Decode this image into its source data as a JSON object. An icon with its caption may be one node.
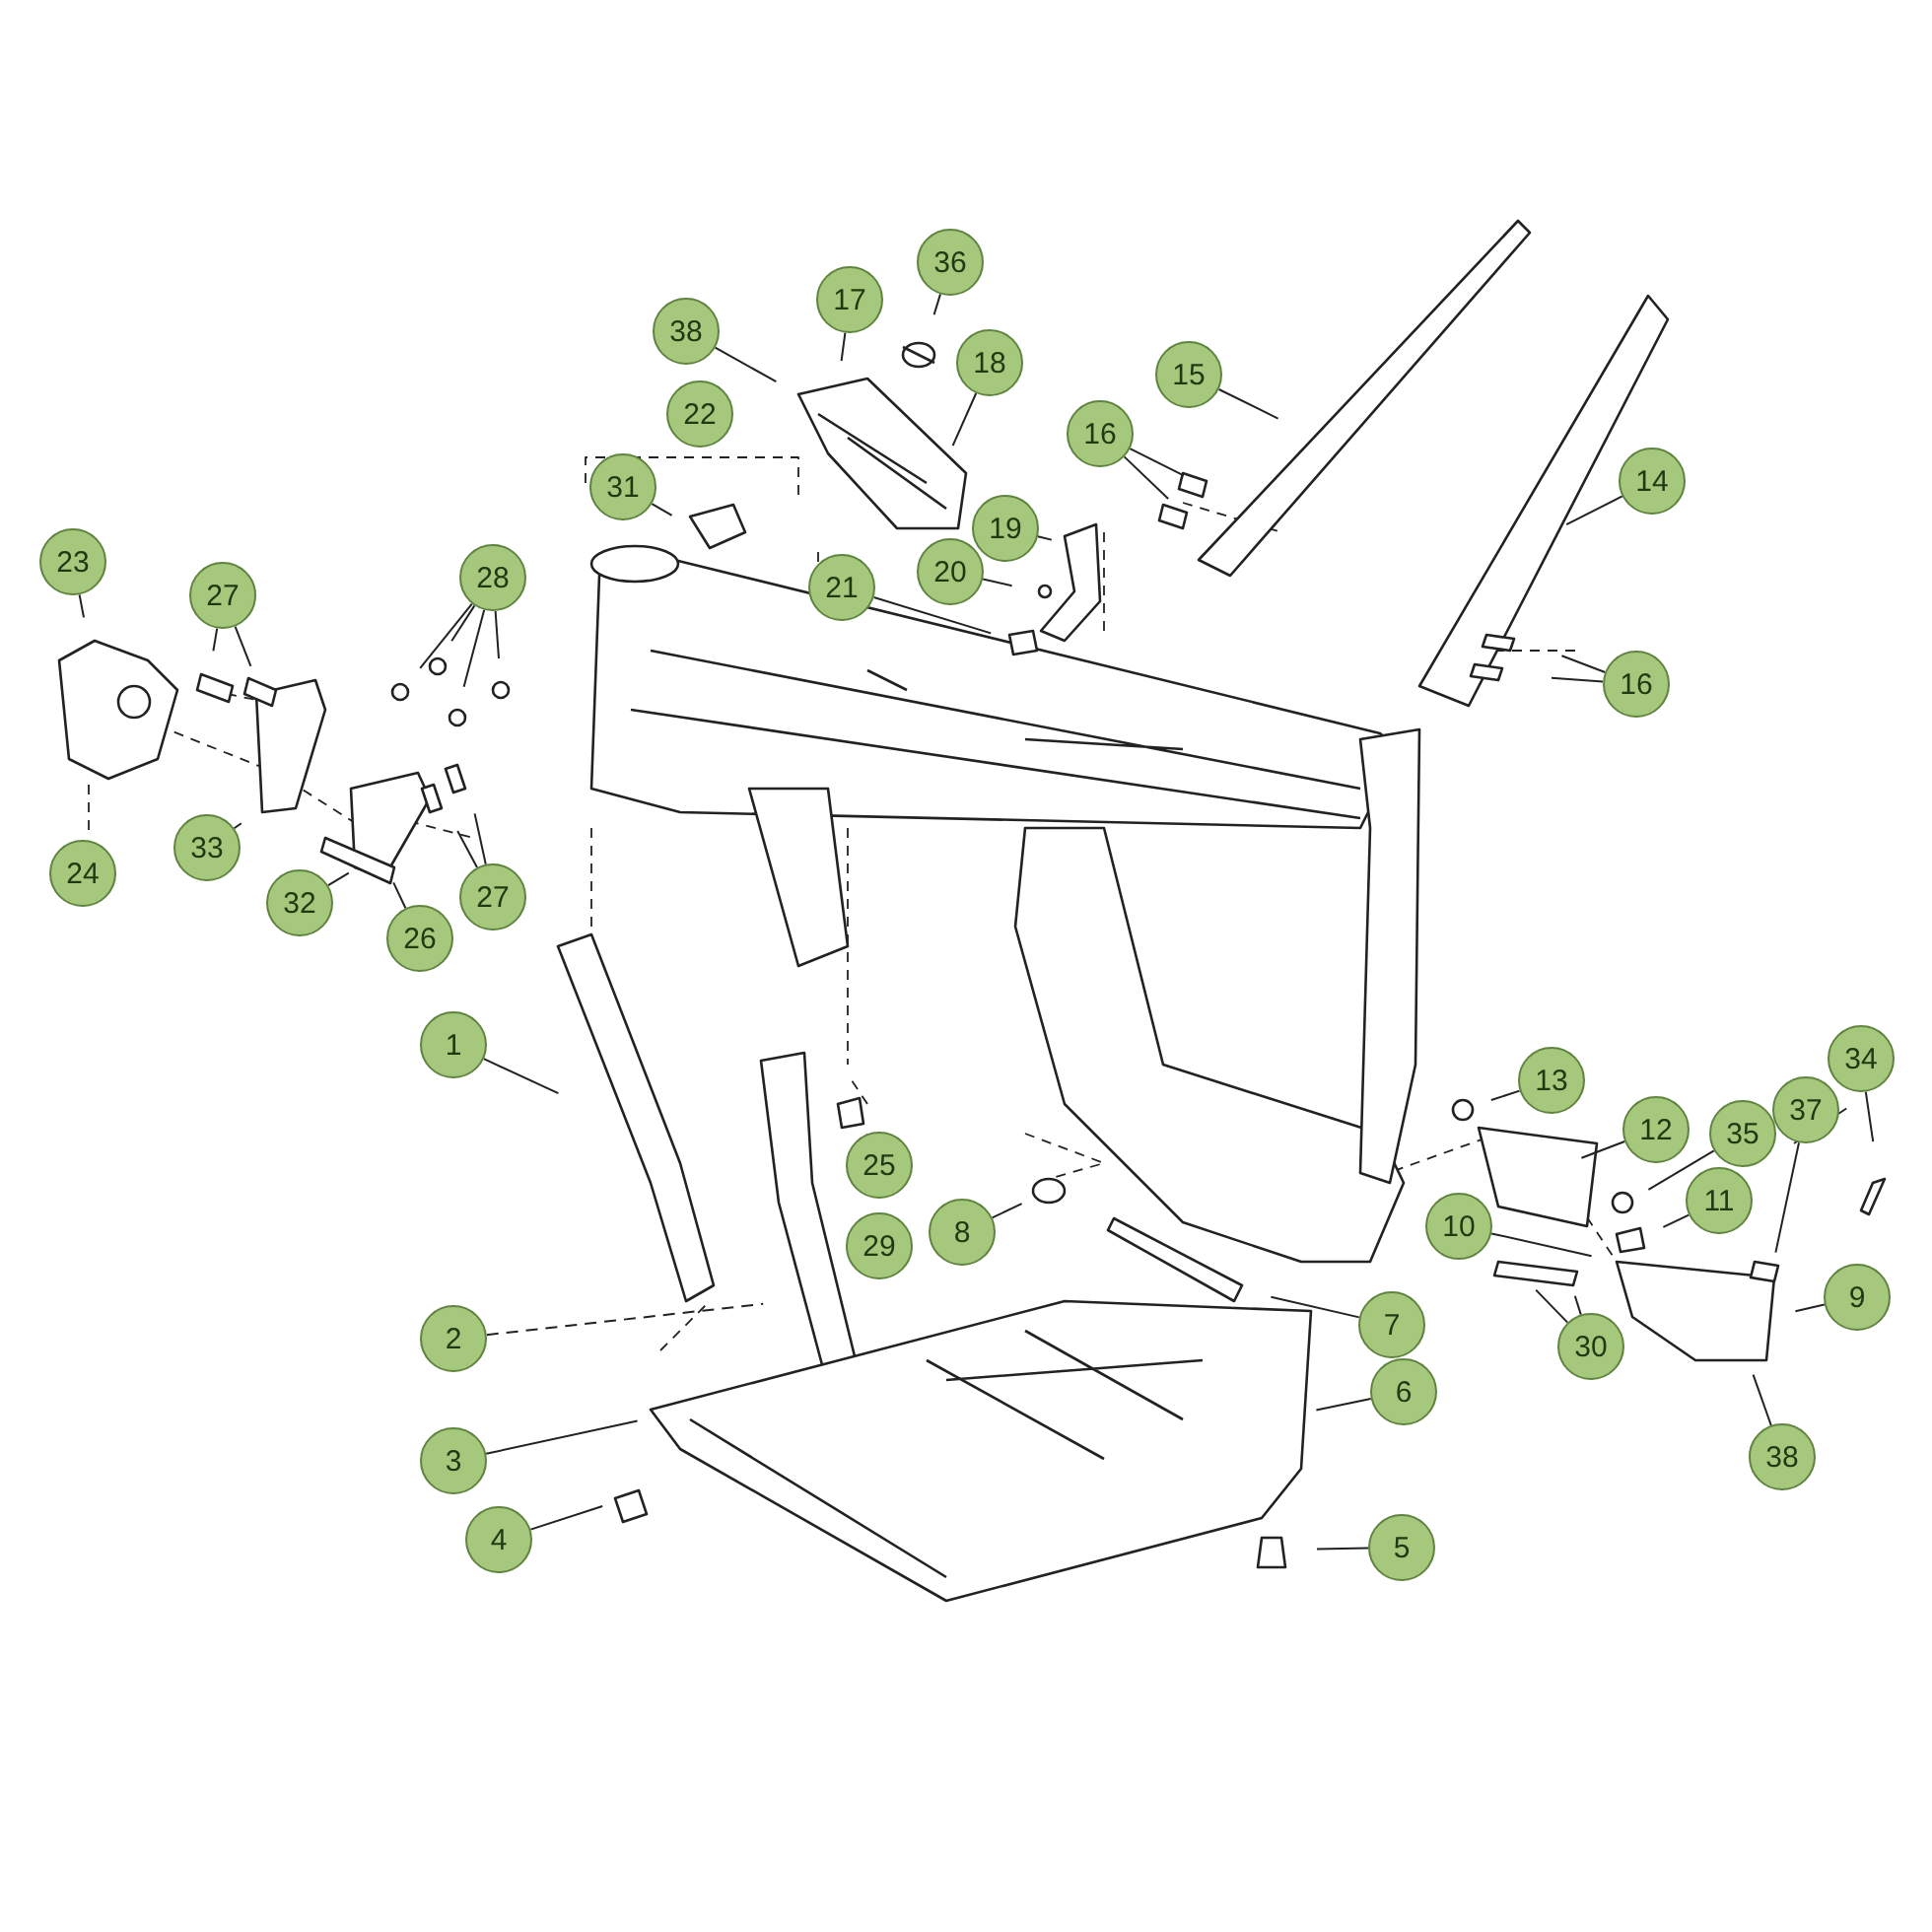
{
  "diagram": {
    "nodes": [
      {
        "text": [
          "36"
        ]
      },
      {
        "text": [
          "17"
        ]
      },
      {
        "text": [
          "38"
        ]
      },
      {
        "text": [
          "18"
        ]
      },
      {
        "text": [
          "15"
        ]
      },
      {
        "text": [
          "22"
        ]
      },
      {
        "text": [
          "16"
        ]
      },
      {
        "text": [
          "14"
        ]
      },
      {
        "text": [
          "31"
        ]
      },
      {
        "text": [
          "23"
        ]
      },
      {
        "text": [
          "27"
        ]
      },
      {
        "text": [
          "28"
        ]
      },
      {
        "text": [
          "19"
        ]
      },
      {
        "text": [
          "20"
        ]
      },
      {
        "text": [
          "21"
        ]
      },
      {
        "text": [
          "16"
        ]
      },
      {
        "text": [
          "33"
        ]
      },
      {
        "text": [
          "24"
        ]
      },
      {
        "text": [
          "32"
        ]
      },
      {
        "text": [
          "27"
        ]
      },
      {
        "text": [
          "26"
        ]
      },
      {
        "text": [
          "1"
        ]
      },
      {
        "text": [
          "13"
        ]
      },
      {
        "text": [
          "25"
        ]
      },
      {
        "text": [
          "12"
        ]
      },
      {
        "text": [
          "35"
        ]
      },
      {
        "text": [
          "37"
        ]
      },
      {
        "text": [
          "34"
        ]
      },
      {
        "text": [
          "11"
        ]
      },
      {
        "text": [
          "10"
        ]
      },
      {
        "text": [
          "29"
        ]
      },
      {
        "text": [
          "8"
        ]
      },
      {
        "text": [
          "9"
        ]
      },
      {
        "text": [
          "2"
        ]
      },
      {
        "text": [
          "7"
        ]
      },
      {
        "text": [
          "30"
        ]
      },
      {
        "text": [
          "6"
        ]
      },
      {
        "text": [
          "3"
        ]
      },
      {
        "text": [
          "38"
        ]
      },
      {
        "text": [
          "4"
        ]
      },
      {
        "text": [
          "5"
        ]
      }
    ],
    "edges": [
      {
        "from": 0,
        "to": null,
        "arrow": "none"
      },
      {
        "from": 1,
        "to": null,
        "arrow": "none"
      },
      {
        "from": 2,
        "to": null,
        "arrow": "none"
      },
      {
        "from": 3,
        "to": null,
        "arrow": "none"
      },
      {
        "from": 4,
        "to": null,
        "arrow": "none"
      },
      {
        "from": 5,
        "to": null,
        "arrow": "none"
      },
      {
        "from": 6,
        "to": null,
        "arrow": "none"
      },
      {
        "from": 6,
        "to": null,
        "arrow": "none"
      },
      {
        "from": 7,
        "to": null,
        "arrow": "none"
      },
      {
        "from": 8,
        "to": null,
        "arrow": "none"
      },
      {
        "from": 9,
        "to": null,
        "arrow": "none"
      },
      {
        "from": 10,
        "to": null,
        "arrow": "none"
      },
      {
        "from": 10,
        "to": null,
        "arrow": "none"
      },
      {
        "from": 11,
        "to": null,
        "arrow": "none"
      },
      {
        "from": 11,
        "to": null,
        "arrow": "none"
      },
      {
        "from": 11,
        "to": null,
        "arrow": "none"
      },
      {
        "from": 11,
        "to": null,
        "arrow": "none"
      },
      {
        "from": 12,
        "to": null,
        "arrow": "none"
      },
      {
        "from": 13,
        "to": null,
        "arrow": "none"
      },
      {
        "from": 14,
        "to": null,
        "arrow": "none"
      },
      {
        "from": 15,
        "to": null,
        "arrow": "none"
      },
      {
        "from": 15,
        "to": null,
        "arrow": "none"
      },
      {
        "from": 16,
        "to": null,
        "arrow": "none"
      },
      {
        "from": 18,
        "to": null,
        "arrow": "none"
      },
      {
        "from": 19,
        "to": null,
        "arrow": "none"
      },
      {
        "from": 19,
        "to": null,
        "arrow": "none"
      },
      {
        "from": 20,
        "to": null,
        "arrow": "none"
      },
      {
        "from": 21,
        "to": null,
        "arrow": "none"
      },
      {
        "from": 22,
        "to": null,
        "arrow": "none"
      },
      {
        "from": 23,
        "to": null,
        "arrow": "none"
      },
      {
        "from": 24,
        "to": null,
        "arrow": "none"
      },
      {
        "from": 25,
        "to": null,
        "arrow": "none"
      },
      {
        "from": 26,
        "to": null,
        "arrow": "none"
      },
      {
        "from": 27,
        "to": null,
        "arrow": "none"
      },
      {
        "from": 28,
        "to": null,
        "arrow": "none"
      },
      {
        "from": 29,
        "to": null,
        "arrow": "none"
      },
      {
        "from": 31,
        "to": null,
        "arrow": "none"
      },
      {
        "from": 32,
        "to": null,
        "arrow": "none"
      },
      {
        "from": 33,
        "to": null,
        "arrow": "none",
        "style": "dashed"
      },
      {
        "from": 34,
        "to": null,
        "arrow": "none"
      },
      {
        "from": 35,
        "to": null,
        "arrow": "none"
      },
      {
        "from": 35,
        "to": null,
        "arrow": "none"
      },
      {
        "from": 36,
        "to": null,
        "arrow": "none"
      },
      {
        "from": 37,
        "to": null,
        "arrow": "none"
      },
      {
        "from": 38,
        "to": null,
        "arrow": "none"
      },
      {
        "from": 39,
        "to": null,
        "arrow": "none"
      },
      {
        "from": 40,
        "to": null,
        "arrow": "none"
      }
    ]
  }
}
